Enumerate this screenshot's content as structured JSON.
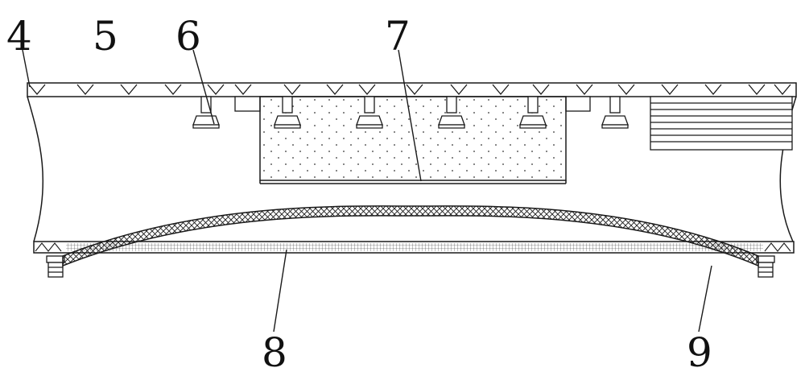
{
  "labels": {
    "l4": "4",
    "l5": "5",
    "l6": "6",
    "l7": "7",
    "l8": "8",
    "l9": "9"
  },
  "colors": {
    "line": "#1a1a1a",
    "background": "#ffffff"
  }
}
